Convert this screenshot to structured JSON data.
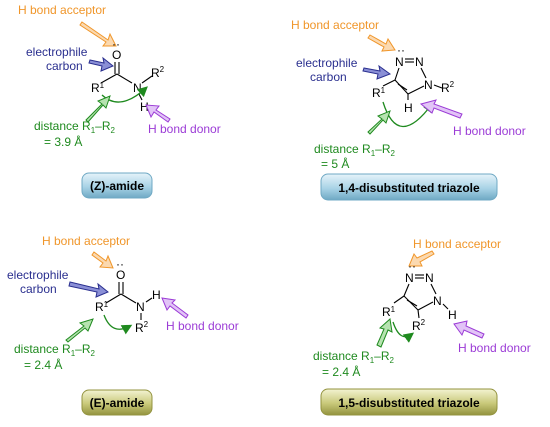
{
  "colors": {
    "acceptor": "#f0962a",
    "electrophile": "#2a2f8f",
    "donor": "#9b3bd6",
    "distance": "#1f8a1f",
    "pill_blue": "#8fc3dc",
    "pill_olive": "#b5b55c"
  },
  "labels": {
    "h_bond_acceptor": "H bond acceptor",
    "h_bond_donor": "H bond donor",
    "electrophile_1": "electrophile",
    "electrophile_2": "carbon",
    "distance_prefix": "distance R",
    "sub1": "1",
    "dash": "–R",
    "sub2": "2"
  },
  "panels": {
    "z_amide": {
      "title": "(Z)-amide",
      "distance_value": "= 3.9 Å"
    },
    "triazole_14": {
      "title": "1,4-disubstituted triazole",
      "distance_value": "= 5 Å"
    },
    "e_amide": {
      "title": "(E)-amide",
      "distance_value": "= 2.4 Å"
    },
    "triazole_15": {
      "title": "1,5-disubstituted triazole",
      "distance_value": "= 2.4 Å"
    }
  },
  "atoms": {
    "O": "O",
    "N": "N",
    "H": "H",
    "R": "R",
    "one": "1",
    "two": "2",
    "lone_pair": "··"
  }
}
